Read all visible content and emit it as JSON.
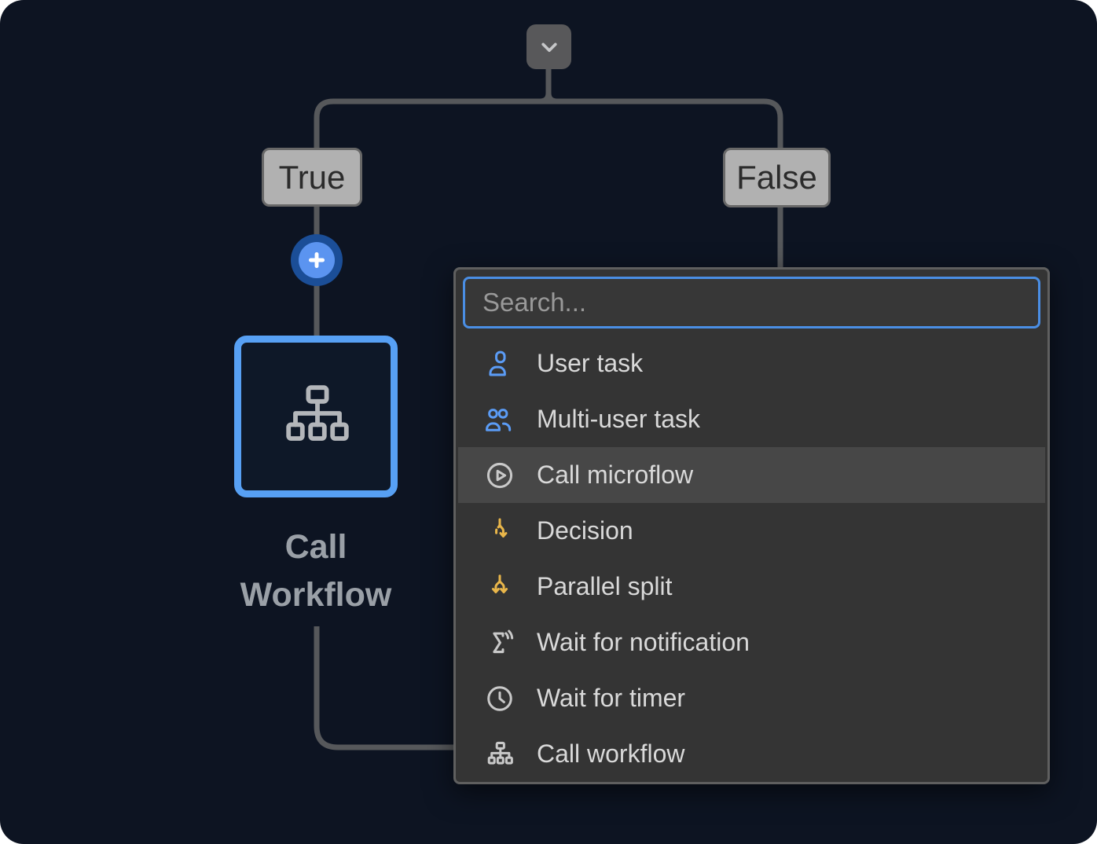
{
  "diagram": {
    "decision_button": {
      "icon": "chevron-down-icon"
    },
    "paths": {
      "true_label": "True",
      "false_label": "False"
    },
    "add_button": {
      "symbol": "+"
    },
    "node": {
      "caption": "Call Workflow",
      "icon": "org-chart-icon"
    }
  },
  "menu": {
    "search": {
      "placeholder": "Search..."
    },
    "items": [
      {
        "label": "User task",
        "icon": "user-icon",
        "color": "blue",
        "highlighted": false
      },
      {
        "label": "Multi-user task",
        "icon": "multi-user-icon",
        "color": "blue",
        "highlighted": false
      },
      {
        "label": "Call microflow",
        "icon": "play-circle-icon",
        "color": "gray",
        "highlighted": true
      },
      {
        "label": "Decision",
        "icon": "decision-split-icon",
        "color": "yellow",
        "highlighted": false
      },
      {
        "label": "Parallel split",
        "icon": "parallel-split-icon",
        "color": "yellow",
        "highlighted": false
      },
      {
        "label": "Wait for notification",
        "icon": "hourglass-notification-icon",
        "color": "gray",
        "highlighted": false
      },
      {
        "label": "Wait for timer",
        "icon": "clock-icon",
        "color": "gray",
        "highlighted": false
      },
      {
        "label": "Call workflow",
        "icon": "org-chart-icon",
        "color": "gray",
        "highlighted": false
      }
    ]
  },
  "colors": {
    "canvas_bg": "#0d1422",
    "connector_gray": "#56585b",
    "accent_blue": "#57a0f4",
    "search_border_blue": "#4a8ee4",
    "add_button_inner": "#5b94f0",
    "add_button_outer": "#1b4e97",
    "panel_bg": "#343434",
    "row_highlight": "#474747",
    "path_label_bg": "#b1b1b1",
    "icon_blue": "#5b9cf6",
    "icon_yellow": "#e9b64a",
    "icon_gray": "#c9c9c9"
  }
}
